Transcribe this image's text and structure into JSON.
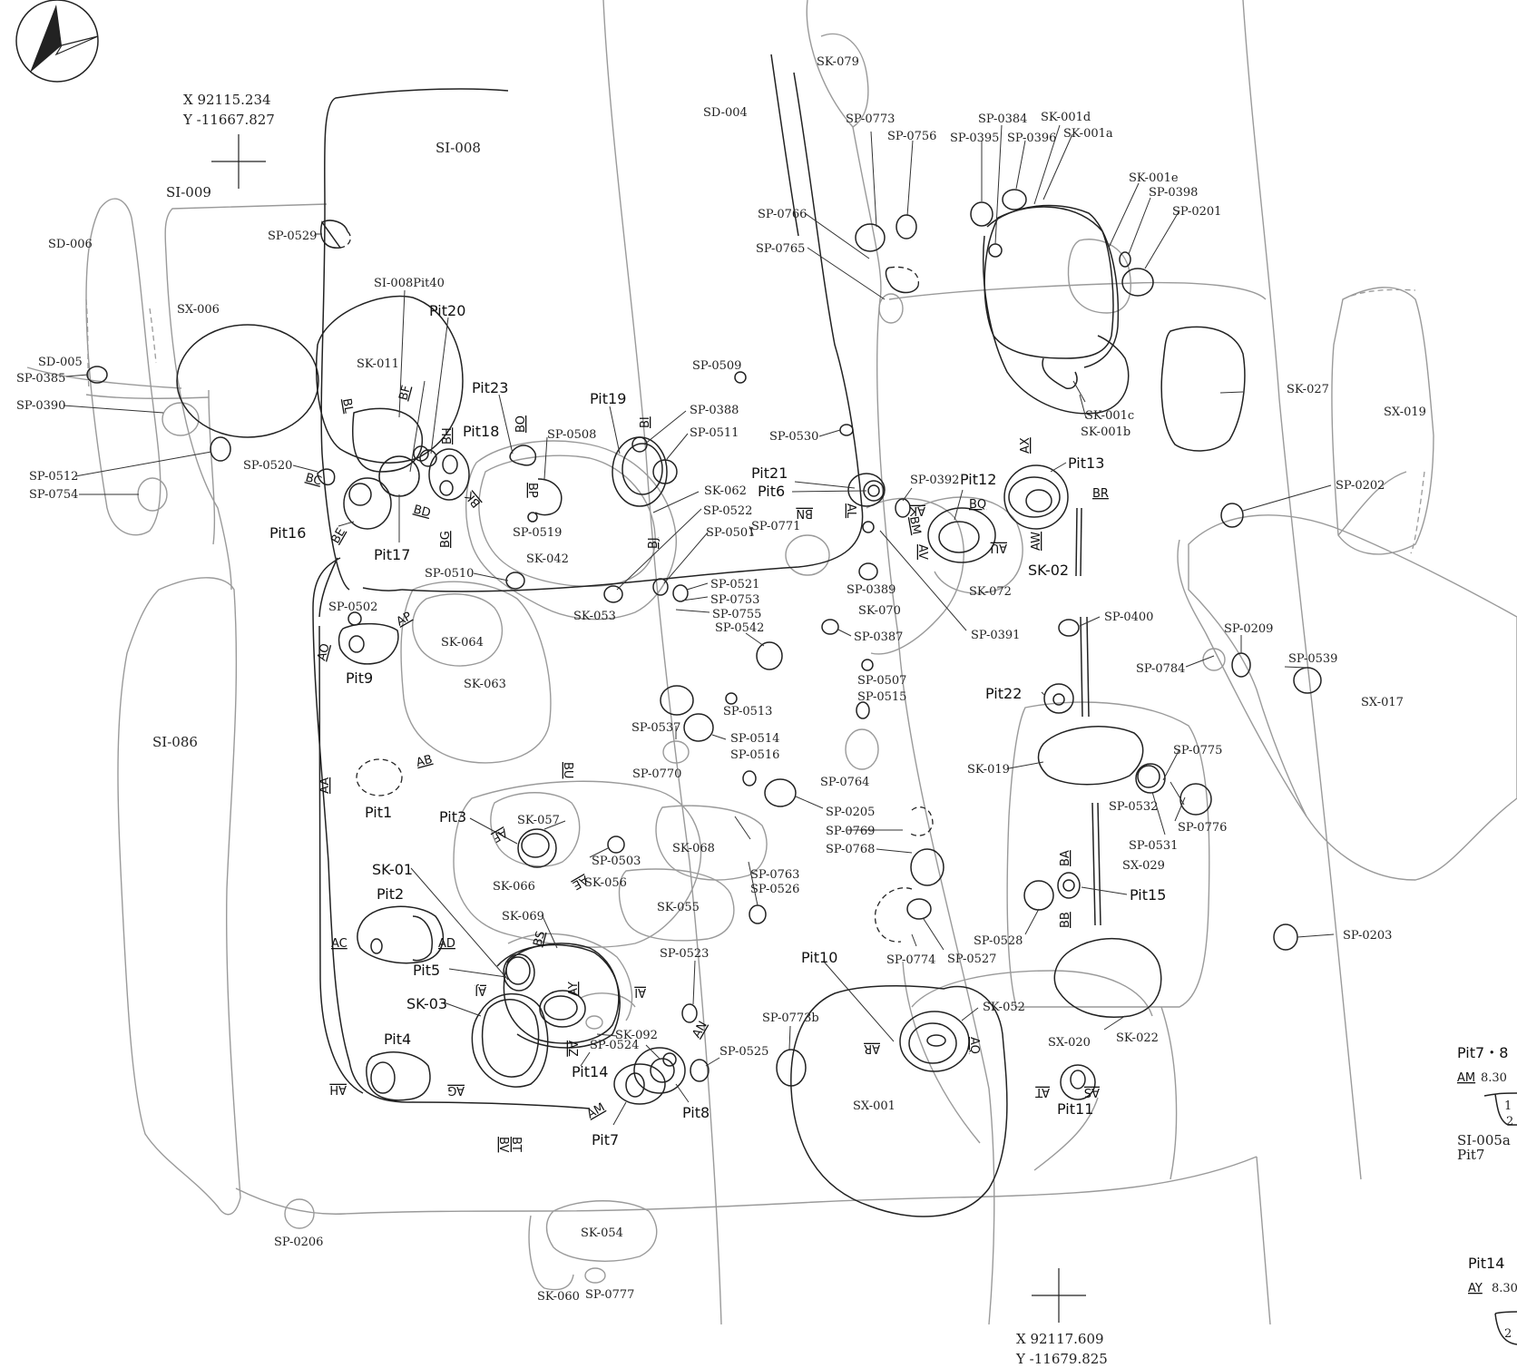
{
  "coords": {
    "top": {
      "x": "X  92115.234",
      "y": "Y -11667.827"
    },
    "bottom": {
      "x": "X  92117.609",
      "y": "Y -11679.825"
    }
  },
  "features": {
    "si008": "SI-008",
    "si009": "SI-009",
    "sd006": "SD-006",
    "sd004": "SD-004",
    "si086": "SI-086",
    "sx006": "SX-006",
    "sx019": "SX-019",
    "sx017": "SX-017",
    "sx001": "SX-001",
    "sx020": "SX-020",
    "sx029": "SX-029",
    "sk079": "SK-079",
    "sk011": "SK-011",
    "sk027": "SK-027",
    "sk042": "SK-042",
    "sk053": "SK-053",
    "sk062": "SK-062",
    "sk063": "SK-063",
    "sk064": "SK-064",
    "sk070": "SK-070",
    "sk072": "SK-072",
    "sk019": "SK-019",
    "sk057": "SK-057",
    "sk066": "SK-066",
    "sk068": "SK-068",
    "sk055": "SK-055",
    "sk069": "SK-069",
    "sk056": "SK-056",
    "sk092": "SK-092",
    "sk052": "SK-052",
    "sk022": "SK-022",
    "sk054": "SK-054",
    "sk060": "SK-060",
    "sk001a": "SK-001a",
    "sk001b": "SK-001b",
    "sk001c": "SK-001c",
    "sk001d": "SK-001d",
    "sk001e": "SK-001e",
    "sk01": "SK-01",
    "sk02": "SK-02",
    "sk03": "SK-03",
    "si008pit40": "SI-008Pit40"
  },
  "sp": {
    "sp0773": "SP-0773",
    "sp0756": "SP-0756",
    "sp0395": "SP-0395",
    "sp0384": "SP-0384",
    "sp0396": "SP-0396",
    "sp0398": "SP-0398",
    "sp0201": "SP-0201",
    "sp0766": "SP-0766",
    "sp0765": "SP-0765",
    "sp0529": "SP-0529",
    "sd005": "SD-005",
    "sp0385": "SP-0385",
    "sp0390": "SP-0390",
    "sp0512": "SP-0512",
    "sp0754": "SP-0754",
    "sp0520": "SP-0520",
    "sp0509": "SP-0509",
    "sp0388": "SP-0388",
    "sp0511": "SP-0511",
    "sp0530": "SP-0530",
    "sp0508": "SP-0508",
    "sp0519": "SP-0519",
    "sp0522": "SP-0522",
    "sp0501": "SP-0501",
    "sp0771": "SP-0771",
    "sp0392": "SP-0392",
    "sp0202": "SP-0202",
    "sp0510": "SP-0510",
    "sp0521": "SP-0521",
    "sp0753": "SP-0753",
    "sp0755": "SP-0755",
    "sp0542": "SP-0542",
    "sp0389": "SP-0389",
    "sp0387": "SP-0387",
    "sp0391": "SP-0391",
    "sp0400": "SP-0400",
    "sp0209": "SP-0209",
    "sp0784": "SP-0784",
    "sp0539": "SP-0539",
    "sp0502": "SP-0502",
    "sp0507": "SP-0507",
    "sp0515": "SP-0515",
    "sp0513": "SP-0513",
    "sp0537": "SP-0537",
    "sp0514": "SP-0514",
    "sp0516": "SP-0516",
    "sp0770": "SP-0770",
    "sp0764": "SP-0764",
    "sp0205": "SP-0205",
    "sp0769": "SP-0769",
    "sp0768": "SP-0768",
    "sp0775": "SP-0775",
    "sp0532": "SP-0532",
    "sp0776": "SP-0776",
    "sp0531": "SP-0531",
    "sp0503": "SP-0503",
    "sp0763": "SP-0763",
    "sp0526": "SP-0526",
    "sp0528": "SP-0528",
    "sp0527": "SP-0527",
    "sp0774": "SP-0774",
    "sp0203": "SP-0203",
    "sp0523": "SP-0523",
    "sp0524": "SP-0524",
    "sp0525": "SP-0525",
    "sp0773b": "SP-0773b",
    "sp0206": "SP-0206",
    "sp0777": "SP-0777"
  },
  "pits": {
    "pit20": "Pit20",
    "pit23": "Pit23",
    "pit19": "Pit19",
    "pit18": "Pit18",
    "pit21": "Pit21",
    "pit6": "Pit6",
    "pit12": "Pit12",
    "pit13": "Pit13",
    "pit16": "Pit16",
    "pit17": "Pit17",
    "pit9": "Pit9",
    "pit22": "Pit22",
    "pit1": "Pit1",
    "pit3": "Pit3",
    "pit15": "Pit15",
    "pit2": "Pit2",
    "pit5": "Pit5",
    "pit10": "Pit10",
    "pit4": "Pit4",
    "pit14": "Pit14",
    "pit8": "Pit8",
    "pit7": "Pit7",
    "pit11": "Pit11"
  },
  "sections": {
    "BL": "BL",
    "BF1": "BF",
    "BH": "BH",
    "BO": "BO",
    "BI": "BI",
    "BC": "BC",
    "BD": "BD",
    "BK": "BK",
    "BP": "BP",
    "BG": "BG",
    "BJ": "BJ",
    "BE": "BE",
    "AL": "AL",
    "BN": "BN",
    "AK": "AK",
    "BM": "BM",
    "BQ": "BQ",
    "AV": "AV",
    "AX": "AX",
    "BR": "BR",
    "AW": "AW",
    "AU": "AU",
    "AP": "AP",
    "AO": "AO",
    "AB": "AB",
    "BU": "BU",
    "AA": "AA",
    "AF": "AF",
    "AE": "AE",
    "BA": "BA",
    "BB": "BB",
    "AC": "AC",
    "AD": "AD",
    "BS": "BS",
    "AY": "AY",
    "AJ": "AJ",
    "AI": "AI",
    "AZ": "AZ",
    "AN": "AN",
    "AR": "AR",
    "AQ": "AQ",
    "AH": "AH",
    "AG": "AG",
    "AM": "AM",
    "BT": "BT",
    "BV": "BV",
    "AT": "AT",
    "AS": "AS"
  },
  "inset": {
    "title1": "Pit7・8",
    "level1_prefix": "AM",
    "level1_value": "8.30",
    "sub1": "SI-005a",
    "sub2": "Pit7",
    "num1": "1",
    "num2": "2",
    "title2": "Pit14",
    "level2_prefix": "AY",
    "level2_value": "8.30",
    "num3": "2"
  },
  "colors": {
    "line_dark": "#222222",
    "line_gray": "#9a9a9a",
    "background": "#ffffff"
  }
}
